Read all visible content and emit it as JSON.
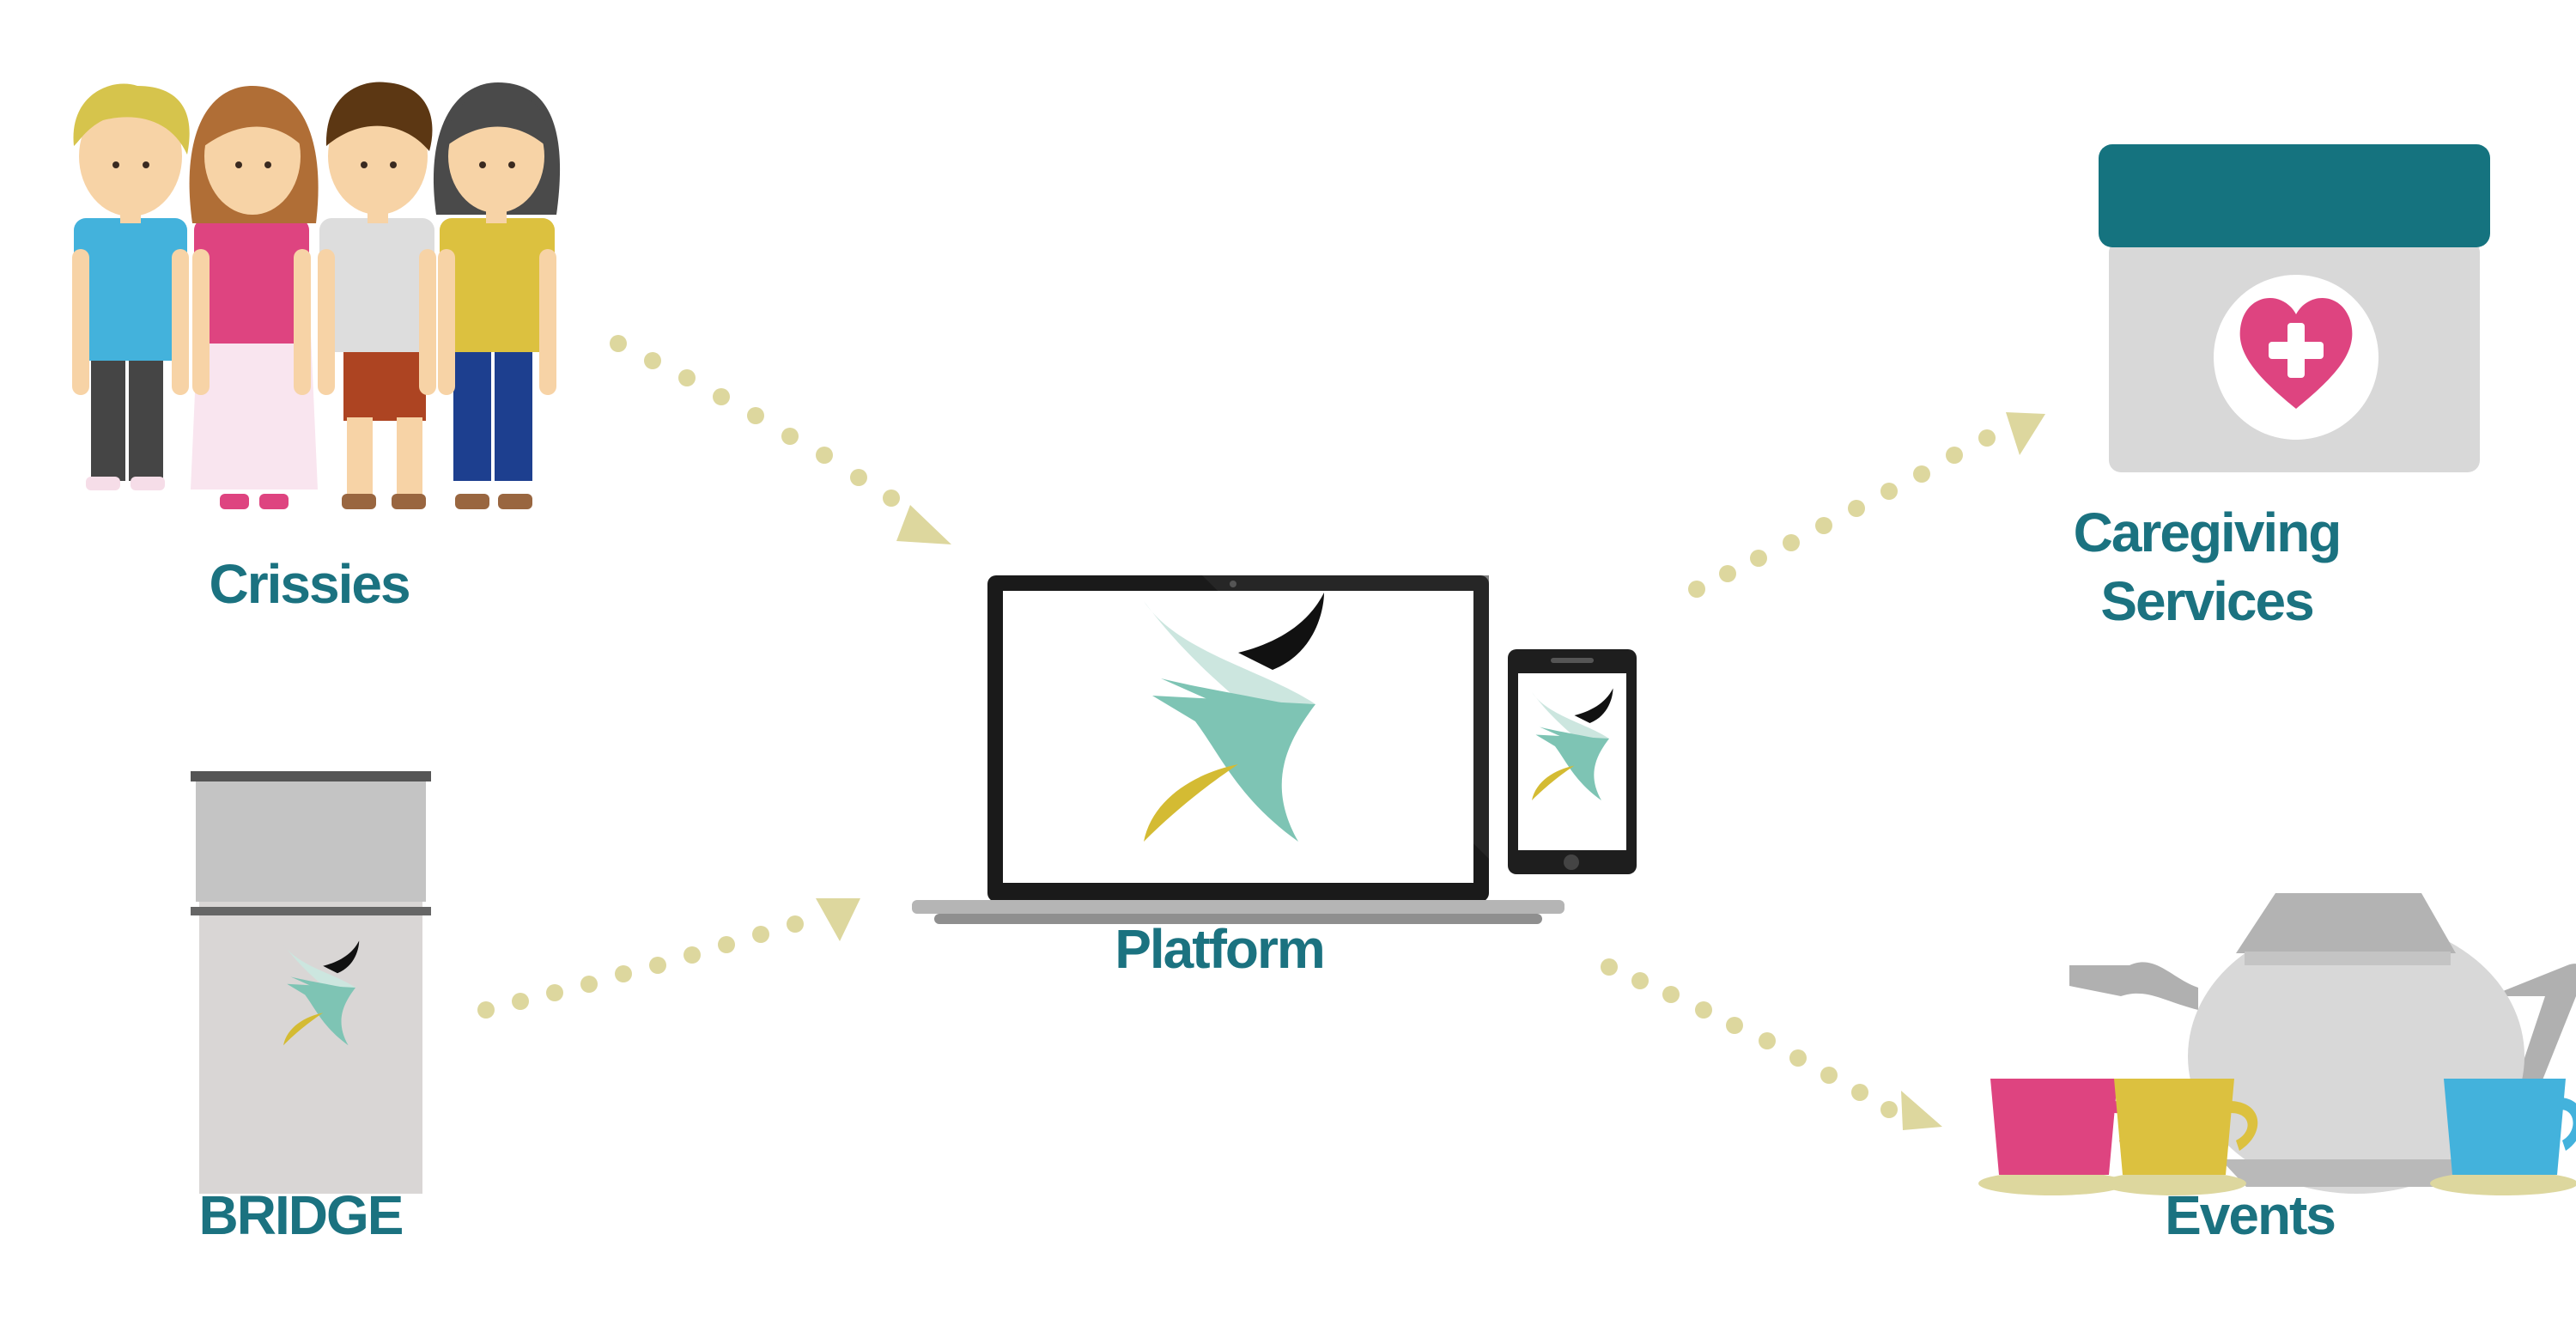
{
  "nodes": {
    "crissies": {
      "label": "Crissies"
    },
    "bridge": {
      "label": "BRIDGE"
    },
    "platform": {
      "label": "Platform"
    },
    "caregiving": {
      "label_line1": "Caregiving",
      "label_line2": "Services"
    },
    "events": {
      "label": "Events"
    }
  },
  "colors": {
    "label": "#1b7280",
    "arrow": "#ddd79e",
    "teal": "#15737f",
    "mint": "#7ec4b4",
    "mint_light": "#cce6df",
    "gold": "#d4bb33",
    "pink": "#de4480",
    "blue": "#43b2dc",
    "yellow": "#dcc13f",
    "grey": "#d8d8d8"
  },
  "icons": {
    "people": "people-group-icon",
    "bridge": "bridge-device-icon",
    "laptop": "laptop-icon",
    "phone": "smartphone-icon",
    "caregiving": "medical-box-icon",
    "events": "tea-set-icon"
  }
}
